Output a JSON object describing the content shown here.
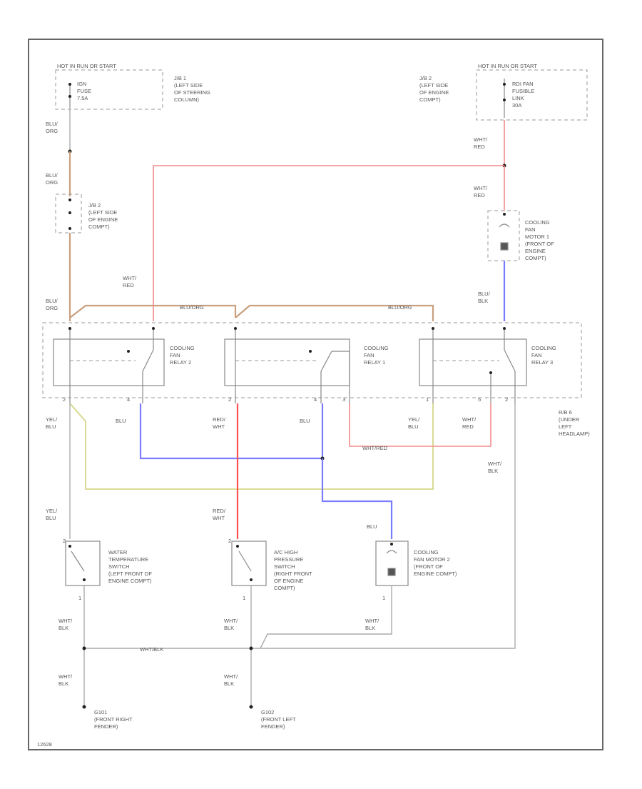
{
  "labels": {
    "hot_left": "HOT IN RUN OR START",
    "hot_right": "HOT IN RUN OR START",
    "fuse_ign": "IGN\nFUSE\n7.5A",
    "jb1": "J/B 1\n(LEFT SIDE\nOF STEERING\nCOLUMN)",
    "fuse_rdi": "RDI FAN\nFUSIBLE\nLINK\n30A",
    "jb2_right": "J/B 2\n(LEFT SIDE\nOF ENGINE\nCOMPT)",
    "jb2_left": "J/B 2\n(LEFT SIDE\nOF ENGINE\nCOMPT)",
    "wire_blu_org_1": "BLU/\nORG",
    "wire_blu_org_2": "BLU/\nORG",
    "wire_blu_org_3": "BLU/\nORG",
    "wire_blu_org_top1": "BLU/ORG",
    "wire_blu_org_top2": "BLU/ORG",
    "wire_wht_red_r1": "WHT/\nRED",
    "wire_wht_red_r2": "WHT/\nRED",
    "wire_wht_red_mid": "WHT/\nRED",
    "motor1": "COOLING\nFAN\nMOTOR 1\n(FRONT OF\nENGINE\nCOMPT)",
    "wire_blu_blk": "BLU/\nBLK",
    "relay2": "COOLING\nFAN\nRELAY 2",
    "relay1": "COOLING\nFAN\nRELAY 1",
    "relay3": "COOLING\nFAN\nRELAY 3",
    "rb": "R/B 6\n(UNDER\nLEFT\nHEADLAMP)",
    "wire_yel_blu_1": "YEL/\nBLU",
    "wire_blu_1": "BLU",
    "wire_red_wht_1": "RED/\nWHT",
    "wire_blu_2": "BLU",
    "wire_yel_blu_2": "YEL/\nBLU",
    "wire_wht_red_2": "WHT/\nRED",
    "wire_wht_red_h": "WHT/RED",
    "wire_wht_blk_r": "WHT/\nBLK",
    "wire_yel_blu_3": "YEL/\nBLU",
    "wire_red_wht_2": "RED/\nWHT",
    "wire_blu_3": "BLU",
    "water_sw": "WATER\nTEMPERATURE\nSWITCH\n(LEFT FRONT OF\nENGINE COMPT)",
    "ac_sw": "A/C HIGH\nPRESSURE\nSWITCH\n(RIGHT FRONT\nOF ENGINE\nCOMPT)",
    "motor2": "COOLING\nFAN MOTOR 2\n(FRONT OF\nENGINE COMPT)",
    "wire_wht_blk_1": "WHT/\nBLK",
    "wire_wht_blk_2": "WHT/\nBLK",
    "wire_wht_blk_3": "WHT/\nBLK",
    "wire_wht_blk_h": "WHT/BLK",
    "wire_wht_blk_4": "WHT/\nBLK",
    "wire_wht_blk_5": "WHT/\nBLK",
    "gnd1": "G101\n(FRONT RIGHT\nFENDER)",
    "gnd2": "G102\n(FRONT LEFT\nFENDER)",
    "code": "12628"
  },
  "colors": {
    "red": "#ff4f4f",
    "pink": "#f28c8c",
    "blue": "#7b7bff",
    "yellow": "#d6d68a",
    "orange": "#c9a07f"
  }
}
